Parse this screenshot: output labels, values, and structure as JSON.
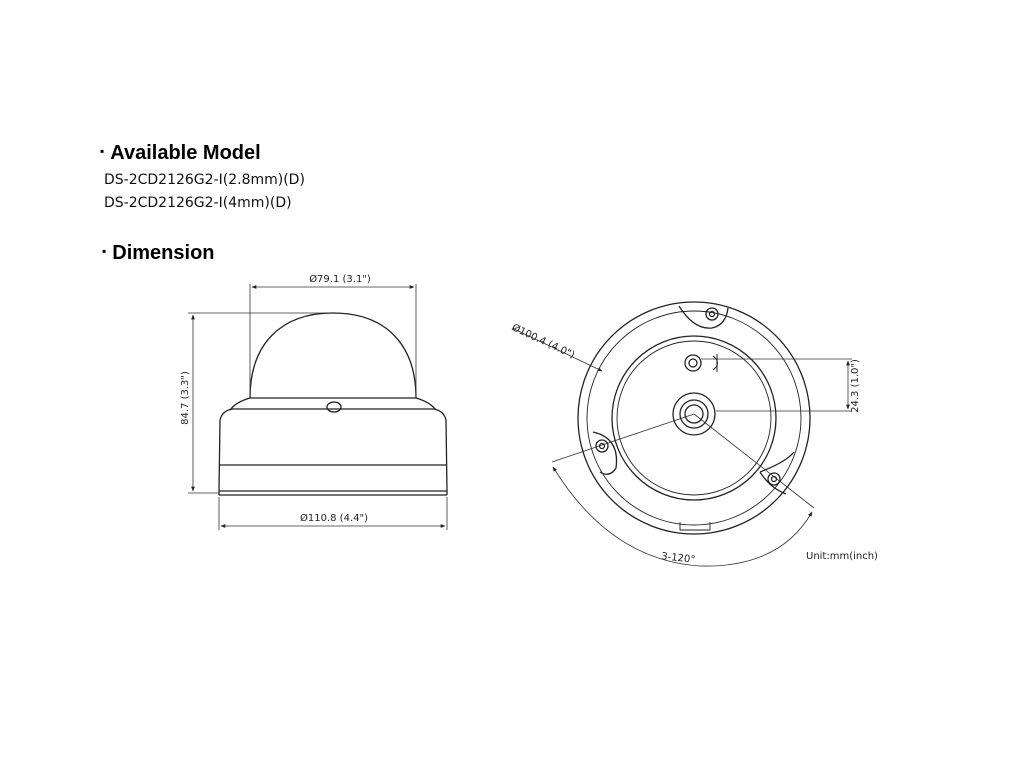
{
  "available_model": {
    "bullet": "▪",
    "title": "Available Model",
    "models": [
      "DS-2CD2126G2-I(2.8mm)(D)",
      "DS-2CD2126G2-I(4mm)(D)"
    ]
  },
  "dimension": {
    "bullet": "▪",
    "title": "Dimension",
    "labels": {
      "dome_diameter": "Ø79.1 (3.1\")",
      "height": "84.7 (3.3\")",
      "base_diameter": "Ø110.8 (4.4\")",
      "outer_diameter": "Ø100.4 (4.0\")",
      "offset": "24.3 (1.0\")",
      "rotation": "3-120°"
    },
    "unit_note": "Unit:mm(inch)"
  }
}
